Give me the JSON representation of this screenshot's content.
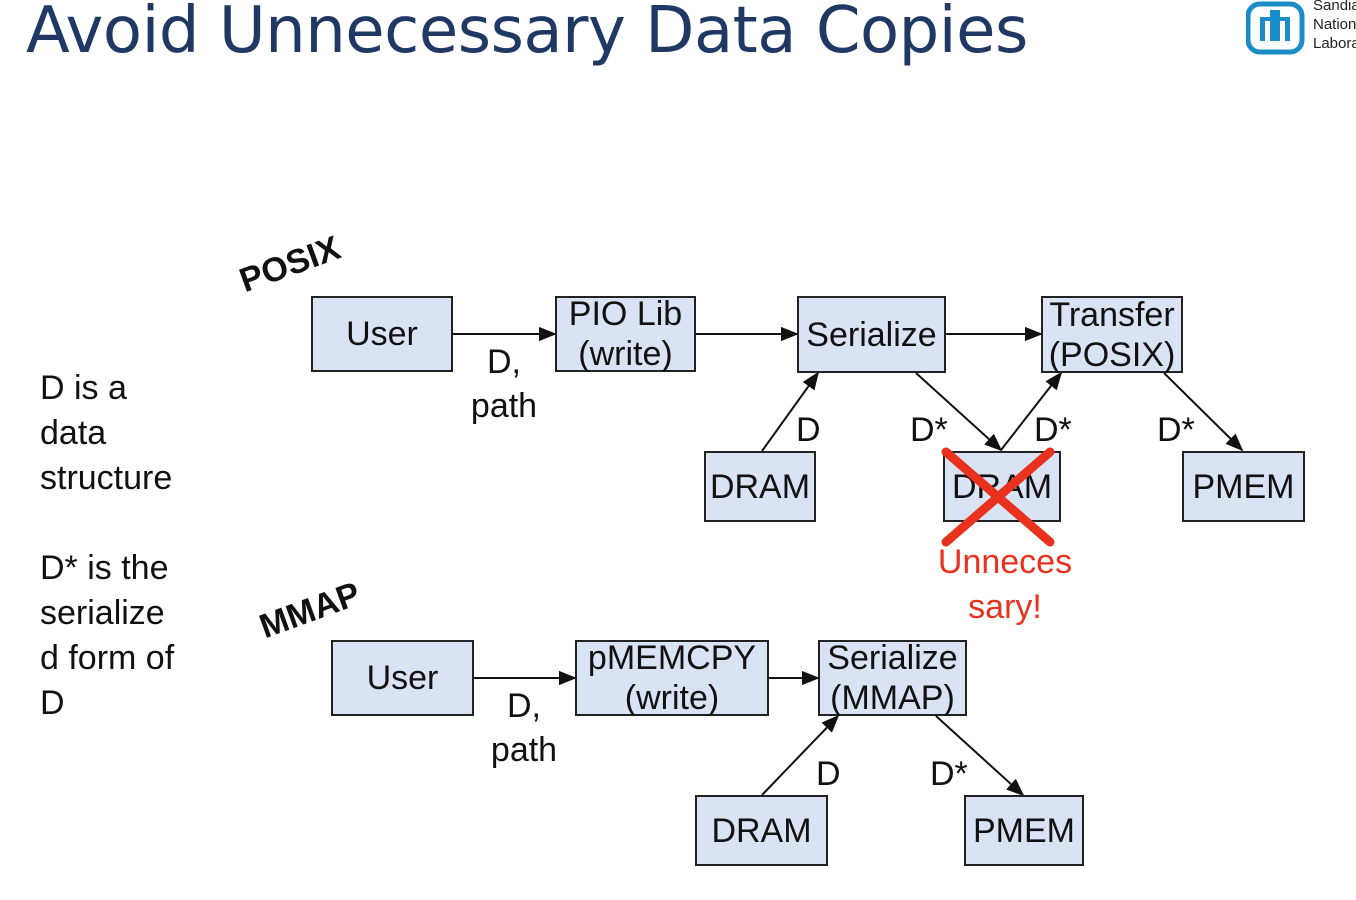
{
  "slide": {
    "title": "Avoid Unnecessary Data Copies",
    "logo": {
      "icon": "sandia-thunderbird-icon",
      "text": "Sandia\nNation\nLabora",
      "color": "#1a8dc8"
    },
    "notes": [
      "D is a\ndata\nstructure",
      "D* is the\nserialize\nd form of\nD"
    ]
  },
  "posix": {
    "tag": "POSIX",
    "boxes": {
      "user": "User",
      "pio": "PIO Lib\n(write)",
      "serialize": "Serialize",
      "transfer": "Transfer\n(POSIX)",
      "dram1": "DRAM",
      "dram2": "DRAM",
      "pmem": "PMEM"
    },
    "labels": {
      "user_pio": "D,\npath",
      "dram1_serialize": "D",
      "serialize_dram2": "D*",
      "dram2_transfer": "D*",
      "transfer_pmem": "D*"
    },
    "warning": "Unneces\nsary!",
    "warning_color": "#e8321e"
  },
  "mmap": {
    "tag": "MMAP",
    "boxes": {
      "user": "User",
      "pmemcpy": "pMEMCPY\n(write)",
      "serialize": "Serialize\n(MMAP)",
      "dram": "DRAM",
      "pmem": "PMEM"
    },
    "labels": {
      "user_pmemcpy": "D,\npath",
      "dram_serialize": "D",
      "serialize_pmem": "D*"
    }
  },
  "colors": {
    "box_fill": "#dae3f3",
    "title": "#1f3864",
    "cross": "#e8321e"
  }
}
